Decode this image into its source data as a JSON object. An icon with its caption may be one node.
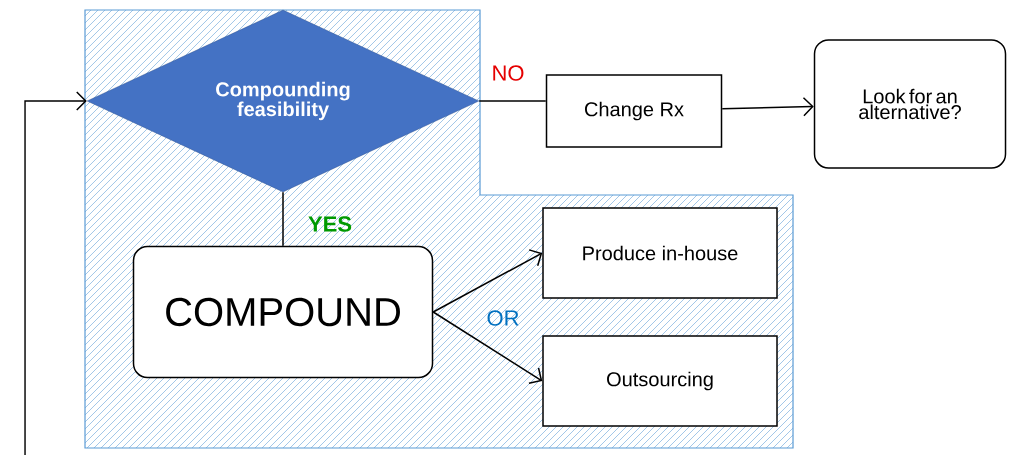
{
  "diagram": {
    "nodes": [
      {
        "text": [
          "Compounding feasibility"
        ]
      },
      {
        "text": [
          "Change Rx"
        ]
      },
      {
        "text": [
          "Look for an alternative?"
        ]
      },
      {
        "text": [
          "COMPOUND"
        ]
      },
      {
        "text": [
          "Produce in-house"
        ]
      },
      {
        "text": [
          "Outsourcing"
        ]
      }
    ],
    "edges": [
      {
        "from": 0,
        "to": 1,
        "arrow": "none",
        "label": "NO"
      },
      {
        "from": 1,
        "to": 2,
        "arrow": "to"
      },
      {
        "from": 0,
        "to": 3,
        "arrow": "none",
        "label": "YES"
      },
      {
        "from": 3,
        "to": 4,
        "arrow": "to"
      },
      {
        "from": 3,
        "to": 5,
        "arrow": "to"
      },
      {
        "from": null,
        "to": 0,
        "arrow": "to"
      }
    ],
    "labels": [
      "OR"
    ]
  }
}
